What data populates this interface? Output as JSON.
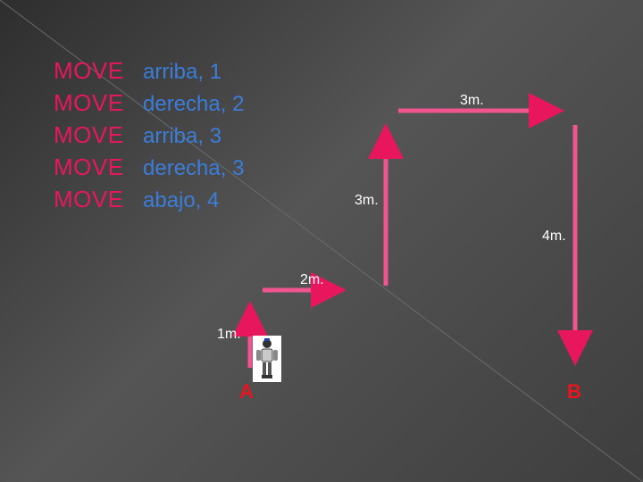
{
  "instructions": [
    {
      "keyword": "MOVE",
      "arg": "arriba, 1"
    },
    {
      "keyword": "MOVE",
      "arg": "derecha, 2"
    },
    {
      "keyword": "MOVE",
      "arg": "arriba, 3"
    },
    {
      "keyword": "MOVE",
      "arg": "derecha, 3"
    },
    {
      "keyword": "MOVE",
      "arg": "abajo, 4"
    }
  ],
  "labels": {
    "up1": "1m.",
    "right2": "2m.",
    "up3": "3m.",
    "right3": "3m.",
    "down4": "4m."
  },
  "points": {
    "start": "A",
    "end": "B"
  },
  "colors": {
    "arrow": "#e8175d",
    "keyword": "#e8175d",
    "argument": "#3b7dd8",
    "endpoint": "#e8141e"
  },
  "icons": {
    "robot": "robot-icon"
  }
}
